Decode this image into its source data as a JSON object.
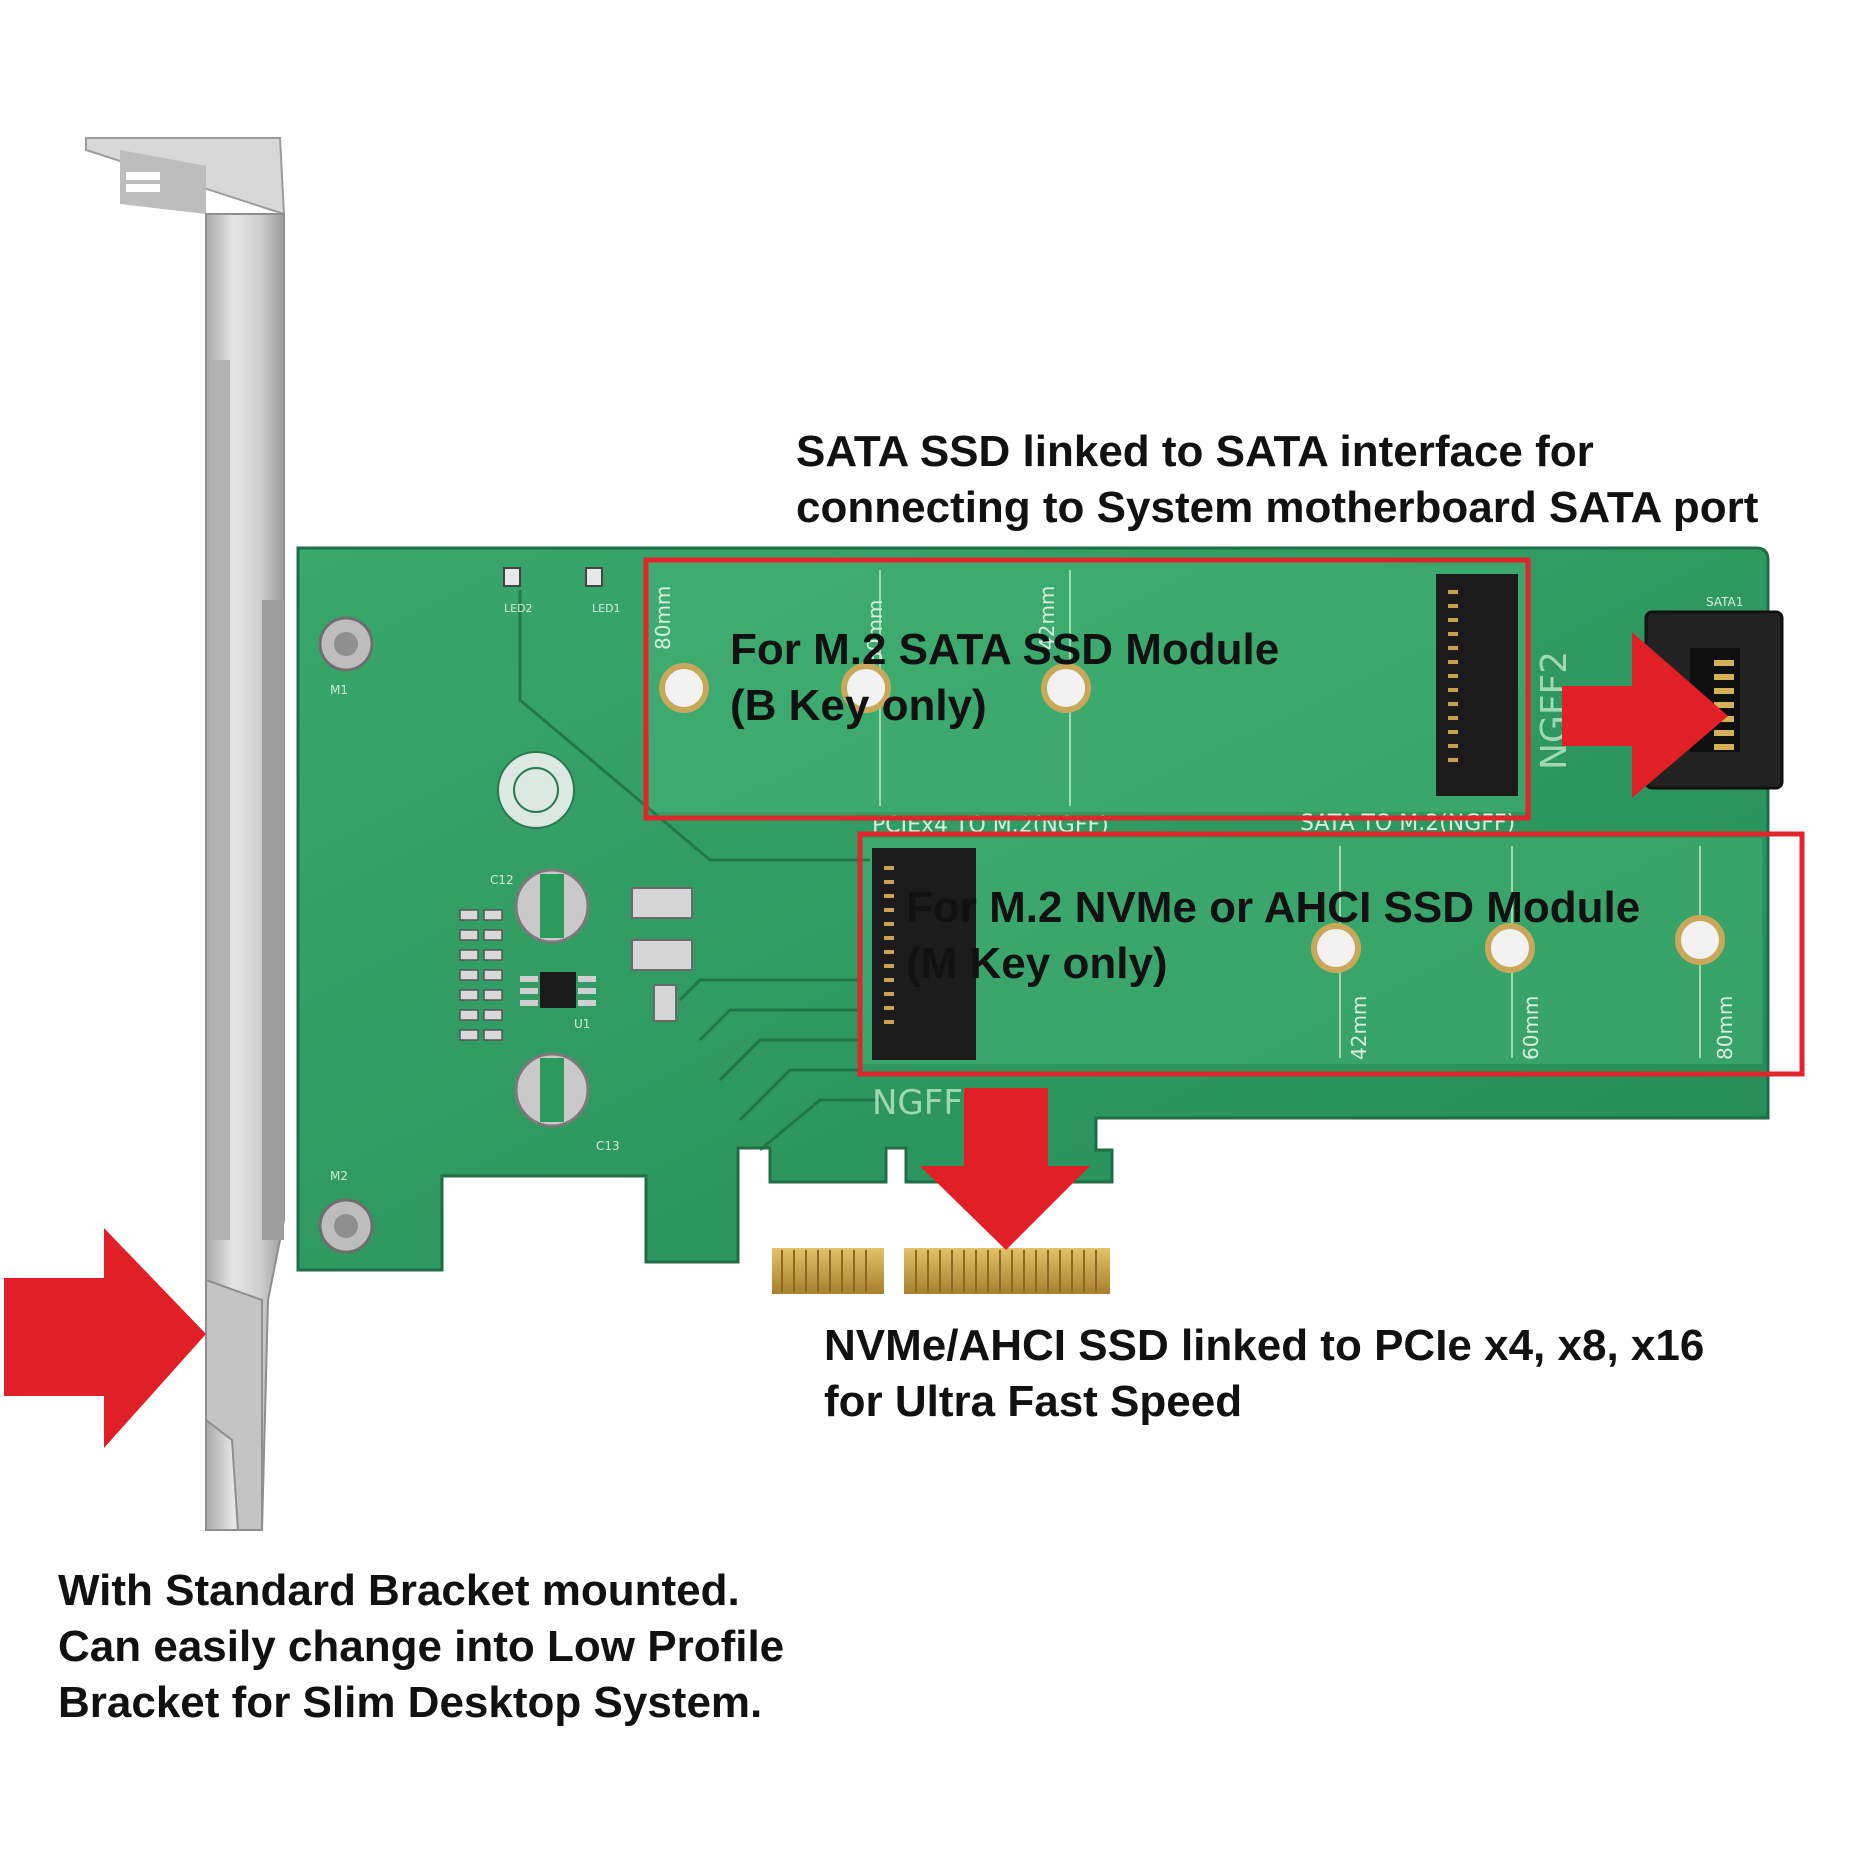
{
  "captions": {
    "sata_link": [
      "SATA SSD linked to SATA interface for",
      "connecting to System motherboard SATA port"
    ],
    "pcie_link": [
      "NVMe/AHCI SSD linked to PCIe x4, x8, x16",
      "for Ultra Fast Speed"
    ],
    "bracket": [
      "With Standard Bracket mounted.",
      "Can easily change into Low Profile",
      "Bracket for Slim Desktop System."
    ]
  },
  "slot_labels": {
    "b_key": [
      "For M.2 SATA SSD Module",
      "(B Key only)"
    ],
    "m_key": [
      "For M.2 NVMe or AHCI SSD Module",
      "(M Key only)"
    ]
  },
  "board_silkscreen": {
    "top_lengths": [
      "80mm",
      "60mm",
      "42mm"
    ],
    "bottom_lengths": [
      "42mm",
      "60mm",
      "80mm"
    ],
    "connector_top": "NGFF2",
    "connector_bottom": "NGFF1",
    "pcie_text": "PCIEx4 TO M.2(NGFF)",
    "sata_text": "SATA TO M.2(NGFF)",
    "sata_port": "SATA1",
    "screw_top": "M1",
    "screw_bottom": "M2",
    "cap_top": "C12",
    "cap_bottom": "C13",
    "chip": "U1",
    "led1": "LED1",
    "led2": "LED2"
  },
  "colors": {
    "pcb": "#2f9a63",
    "pcb_dark": "#217a4b",
    "callout_box": "#e0252c",
    "arrow": "#e11f26",
    "bracket": "#c9c9c9",
    "gold": "#c8a04a"
  }
}
